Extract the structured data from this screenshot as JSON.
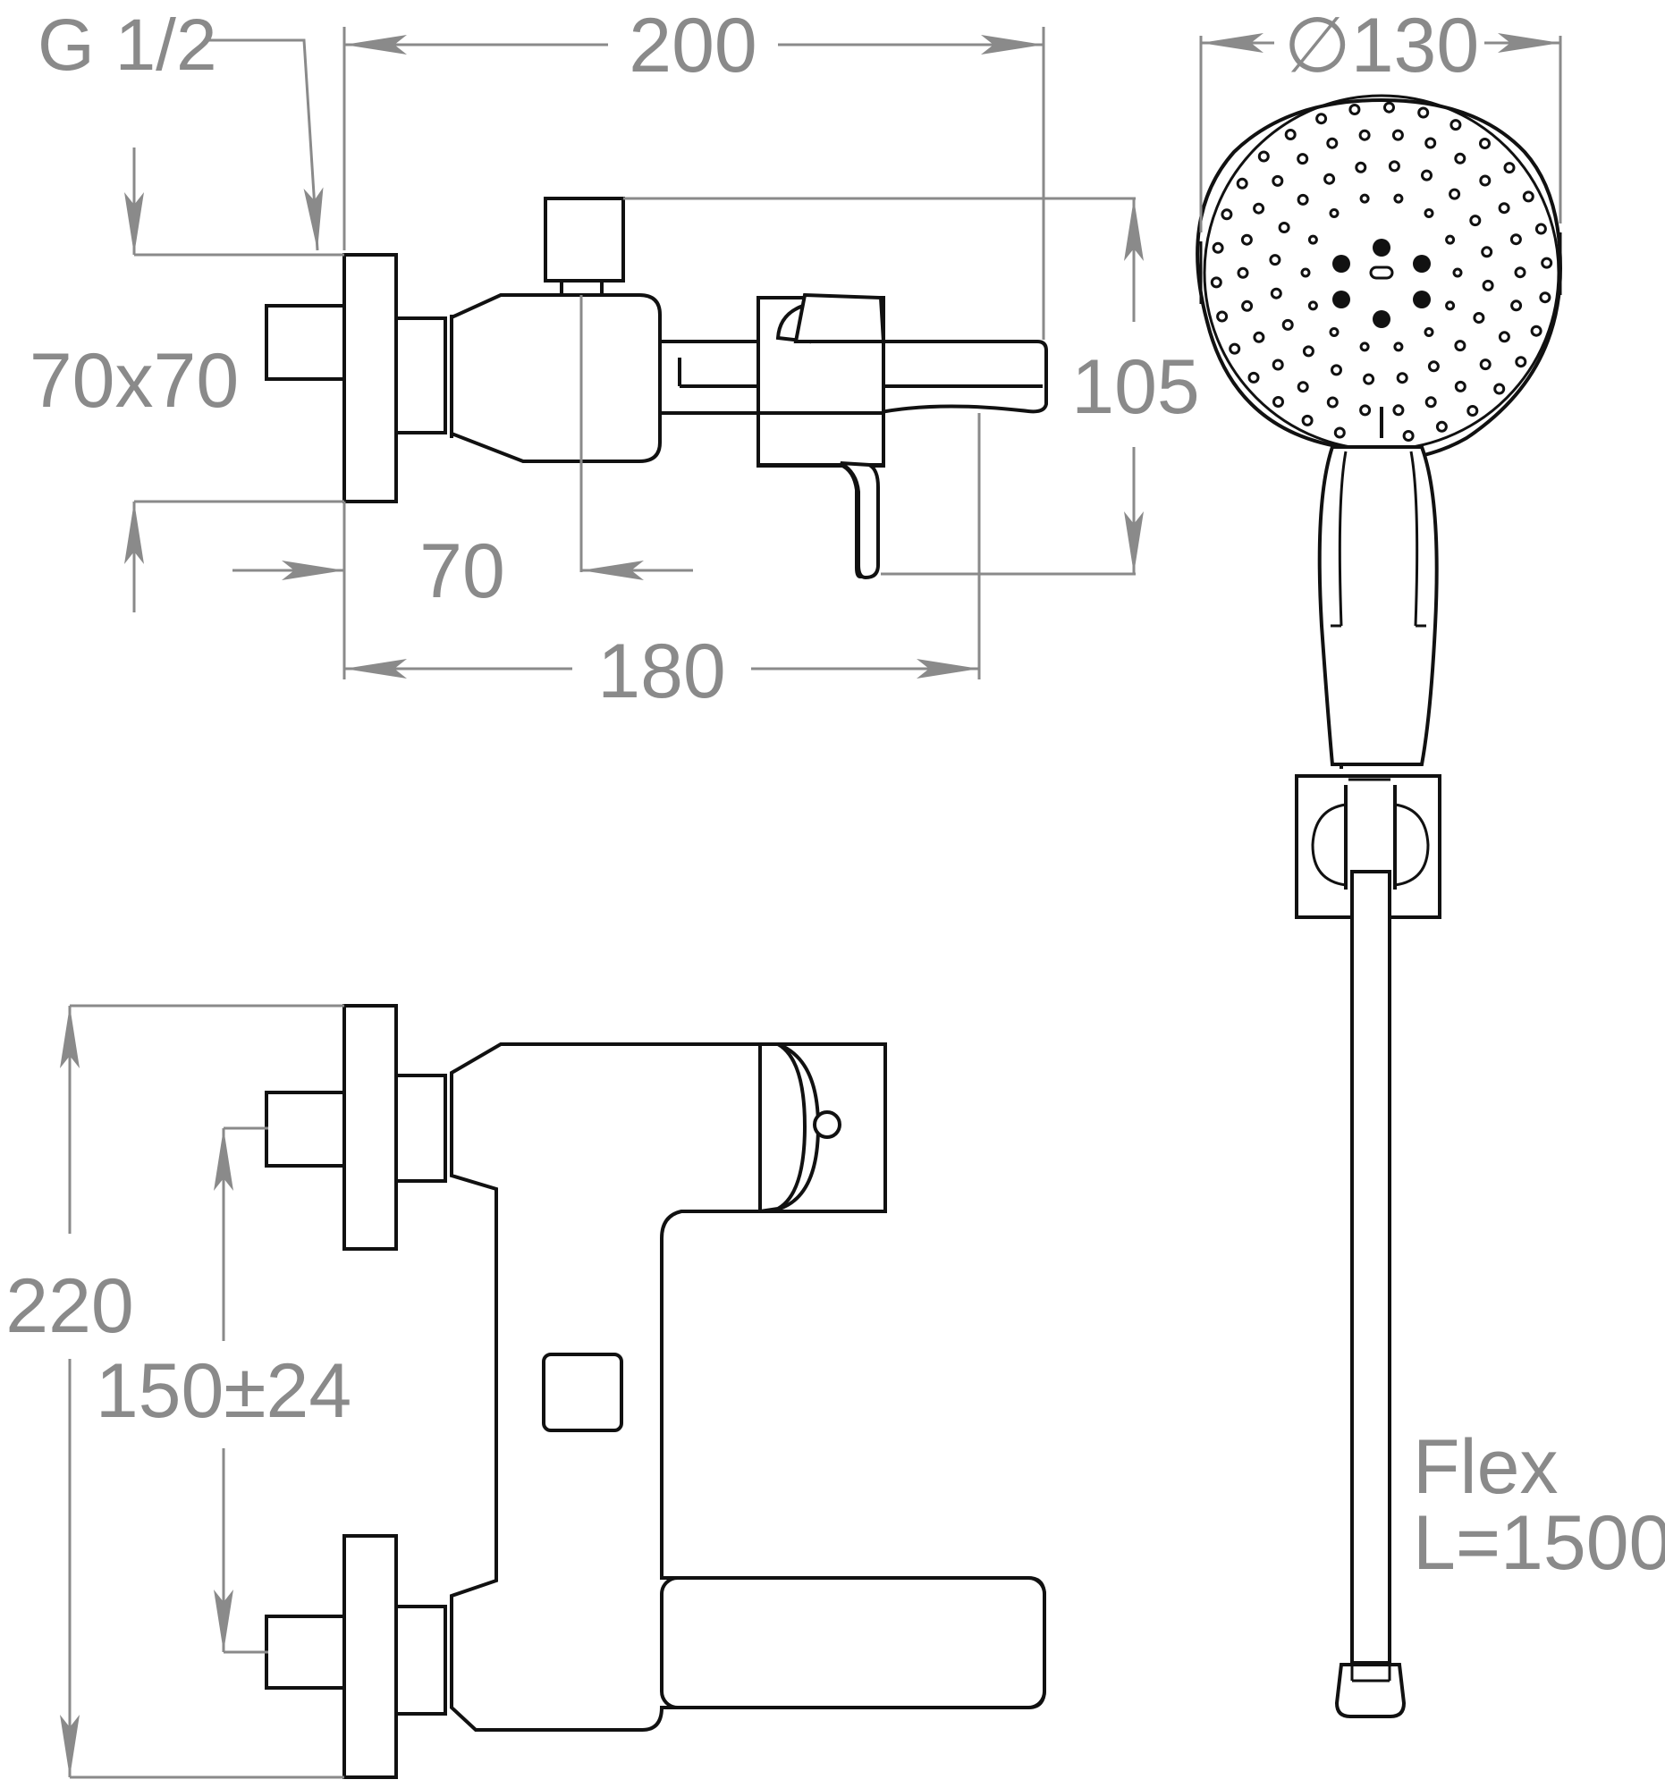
{
  "labels": {
    "thread": "G 1/2",
    "width_200": "200",
    "flange": "70x70",
    "depth_70": "70",
    "spout_180": "180",
    "height_105": "105",
    "head_diameter": "∅130",
    "height_220": "220",
    "centers": "150±24",
    "hose_type": "Flex",
    "hose_length": "L=1500"
  },
  "colors": {
    "dimension_gray": "#8a8a8a",
    "outline": "#111111",
    "background": "#ffffff"
  }
}
